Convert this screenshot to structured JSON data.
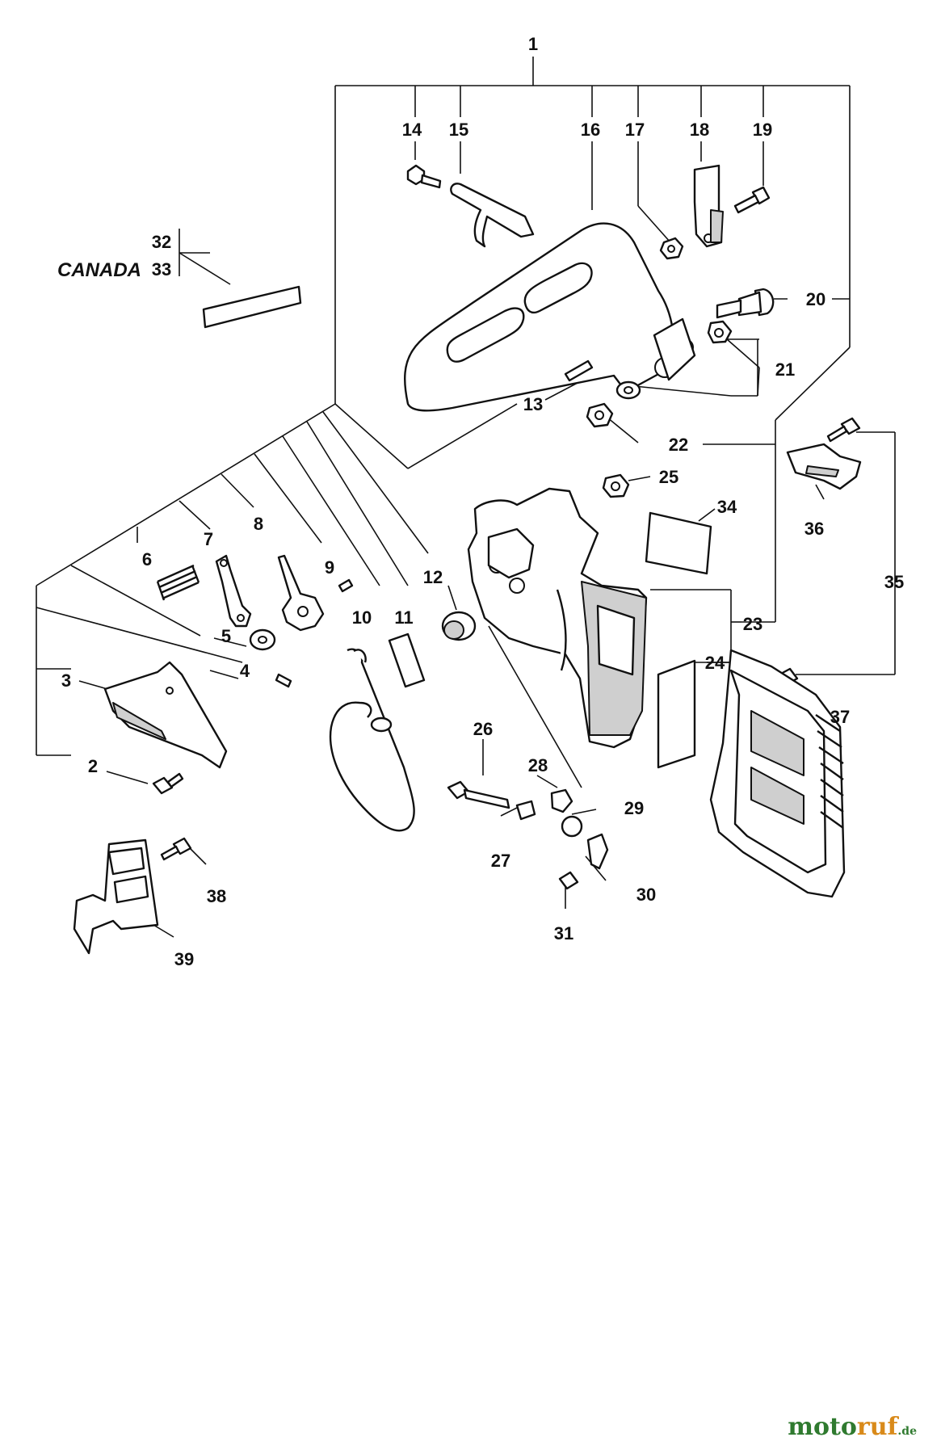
{
  "diagram": {
    "region_note": "CANADA",
    "callouts": [
      "1",
      "2",
      "3",
      "4",
      "5",
      "6",
      "7",
      "8",
      "9",
      "10",
      "11",
      "12",
      "13",
      "14",
      "15",
      "16",
      "17",
      "18",
      "19",
      "20",
      "21",
      "22",
      "23",
      "24",
      "25",
      "26",
      "27",
      "28",
      "29",
      "30",
      "31",
      "32",
      "33",
      "34",
      "35",
      "36",
      "37",
      "38",
      "39"
    ]
  },
  "watermark": {
    "part_a": "moto",
    "part_b": "ruf",
    "part_c": ".de"
  }
}
